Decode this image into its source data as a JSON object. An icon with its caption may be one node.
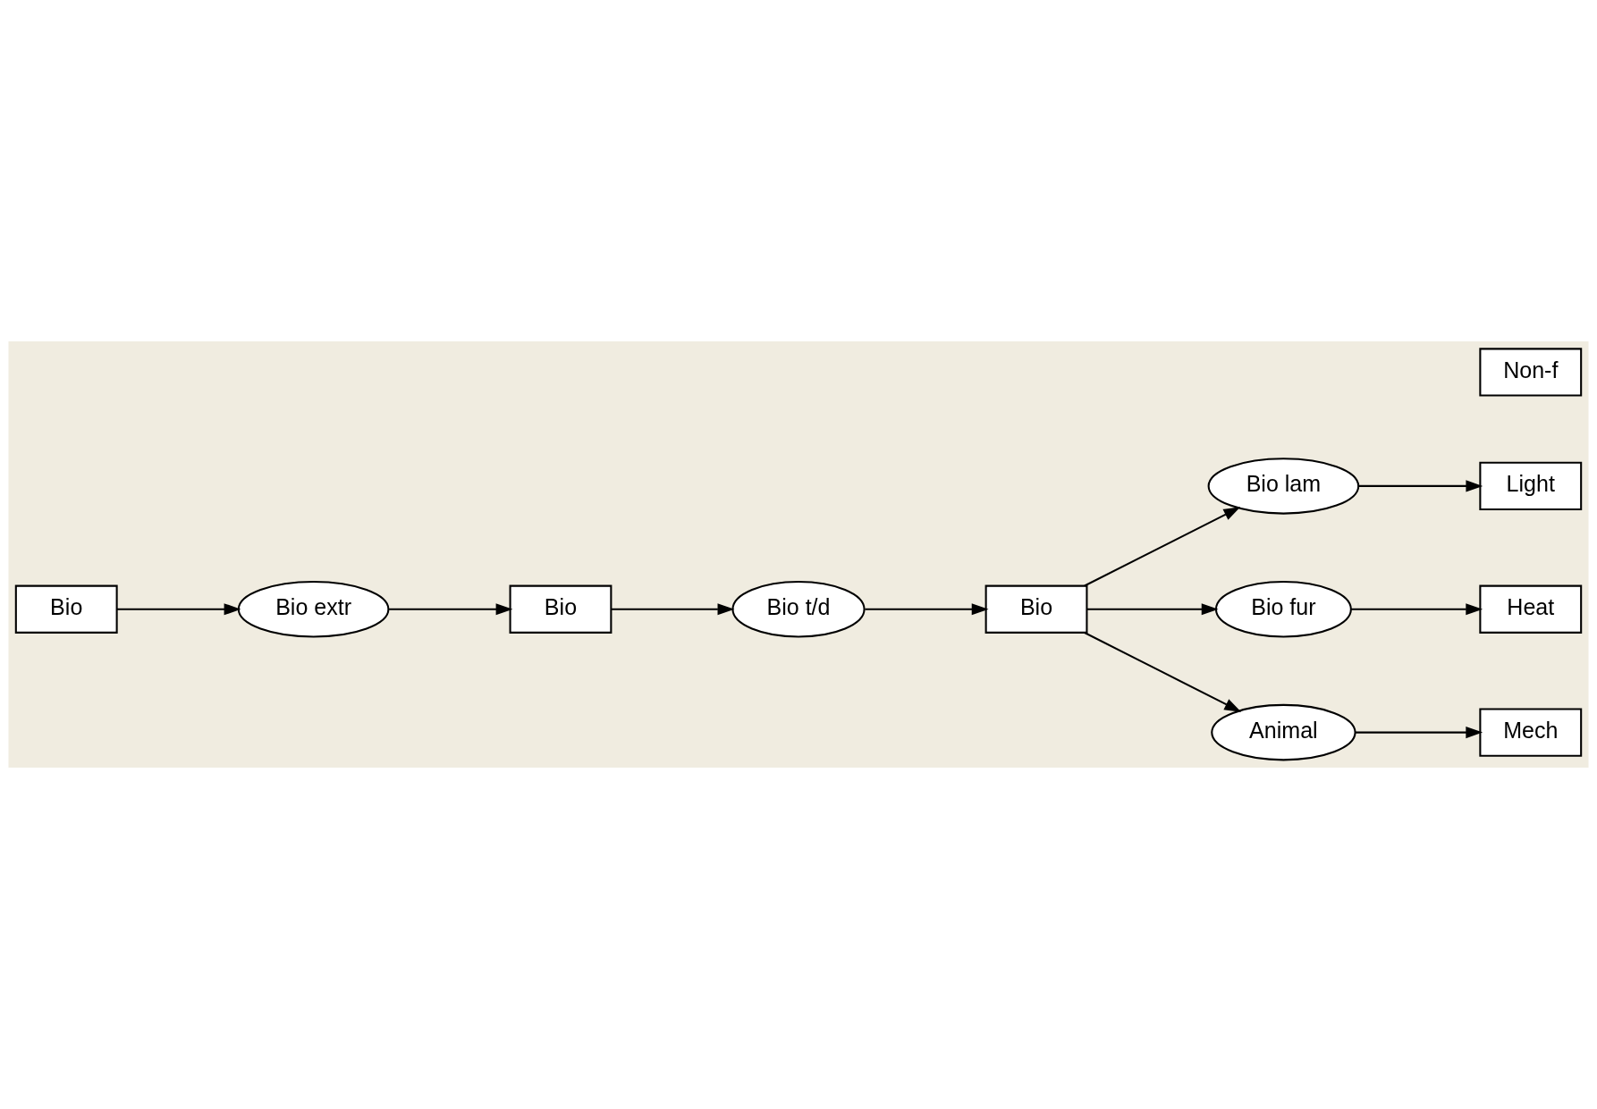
{
  "diagram": {
    "nodes": [
      {
        "text": [
          "Bio"
        ]
      },
      {
        "text": [
          "Bio extr"
        ]
      },
      {
        "text": [
          "Bio"
        ]
      },
      {
        "text": [
          "Bio t/d"
        ]
      },
      {
        "text": [
          "Bio"
        ]
      },
      {
        "text": [
          "Bio lam"
        ]
      },
      {
        "text": [
          "Light"
        ]
      },
      {
        "text": [
          "Bio fur"
        ]
      },
      {
        "text": [
          "Heat"
        ]
      },
      {
        "text": [
          "Animal"
        ]
      },
      {
        "text": [
          "Mech"
        ]
      },
      {
        "text": [
          "Non-f"
        ]
      }
    ],
    "edges": [
      {
        "from": 0,
        "to": 1,
        "arrow": "to"
      },
      {
        "from": 1,
        "to": 2,
        "arrow": "to"
      },
      {
        "from": 2,
        "to": 3,
        "arrow": "to"
      },
      {
        "from": 3,
        "to": 4,
        "arrow": "to"
      },
      {
        "from": 4,
        "to": 5,
        "arrow": "to"
      },
      {
        "from": 5,
        "to": 6,
        "arrow": "to"
      },
      {
        "from": 4,
        "to": 7,
        "arrow": "to"
      },
      {
        "from": 7,
        "to": 8,
        "arrow": "to"
      },
      {
        "from": 4,
        "to": 9,
        "arrow": "to"
      },
      {
        "from": 9,
        "to": 10,
        "arrow": "to"
      }
    ]
  }
}
